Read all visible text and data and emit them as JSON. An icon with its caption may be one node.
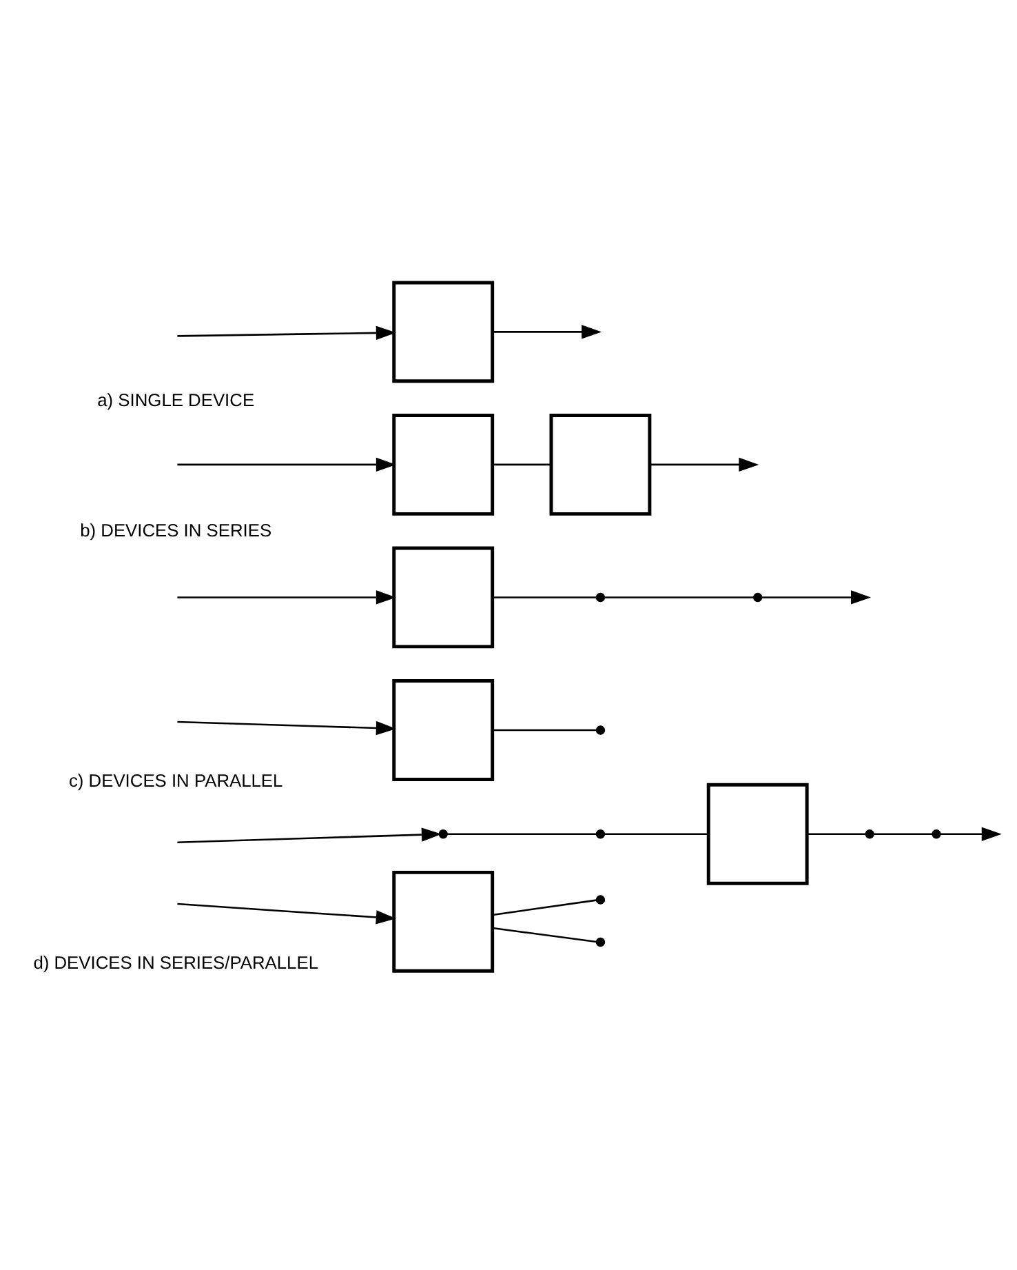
{
  "diagram": {
    "nodes": [
      {
        "text": [],
        "shape": "box"
      },
      {
        "text": [],
        "shape": "box"
      },
      {
        "text": [],
        "shape": "box"
      },
      {
        "text": [],
        "shape": "box"
      },
      {
        "text": [],
        "shape": "box"
      },
      {
        "text": [],
        "shape": "circle"
      },
      {
        "text": [],
        "shape": "circle"
      },
      {
        "text": [],
        "shape": "circle"
      },
      {
        "text": [],
        "shape": "box"
      },
      {
        "text": [],
        "shape": "circle"
      },
      {
        "text": [],
        "shape": "circle"
      },
      {
        "text": [],
        "shape": "circle"
      },
      {
        "text": [],
        "shape": "box"
      },
      {
        "text": [],
        "shape": "circle"
      },
      {
        "text": [],
        "shape": "circle"
      },
      {
        "text": [],
        "shape": "circle"
      }
    ],
    "edges": [
      {
        "from": null,
        "to": 0,
        "arrow": "to"
      },
      {
        "from": 0,
        "to": null,
        "arrow": "to"
      },
      {
        "from": null,
        "to": 1,
        "arrow": "to"
      },
      {
        "from": 1,
        "to": 2,
        "arrow": "none"
      },
      {
        "from": 2,
        "to": null,
        "arrow": "to"
      },
      {
        "from": null,
        "to": 3,
        "arrow": "to"
      },
      {
        "from": null,
        "to": 4,
        "arrow": "to"
      },
      {
        "from": 3,
        "to": 5,
        "arrow": "none"
      },
      {
        "from": 4,
        "to": 6,
        "arrow": "none"
      },
      {
        "from": 5,
        "to": 7,
        "arrow": "none"
      },
      {
        "from": 7,
        "to": null,
        "arrow": "to"
      },
      {
        "from": null,
        "to": 9,
        "arrow": "to"
      },
      {
        "from": null,
        "to": 8,
        "arrow": "to"
      },
      {
        "from": 8,
        "to": 10,
        "arrow": "none"
      },
      {
        "from": 8,
        "to": 14,
        "arrow": "none"
      },
      {
        "from": 9,
        "to": 11,
        "arrow": "none"
      },
      {
        "from": 11,
        "to": 12,
        "arrow": "none"
      },
      {
        "from": 12,
        "to": 13,
        "arrow": "none"
      },
      {
        "from": 13,
        "to": 15,
        "arrow": "none"
      },
      {
        "from": 15,
        "to": null,
        "arrow": "to"
      }
    ],
    "labels": [
      "a) SINGLE DEVICE",
      "b) DEVICES IN SERIES",
      "c) DEVICES IN PARALLEL",
      "d) DEVICES IN SERIES/PARALLEL"
    ]
  }
}
